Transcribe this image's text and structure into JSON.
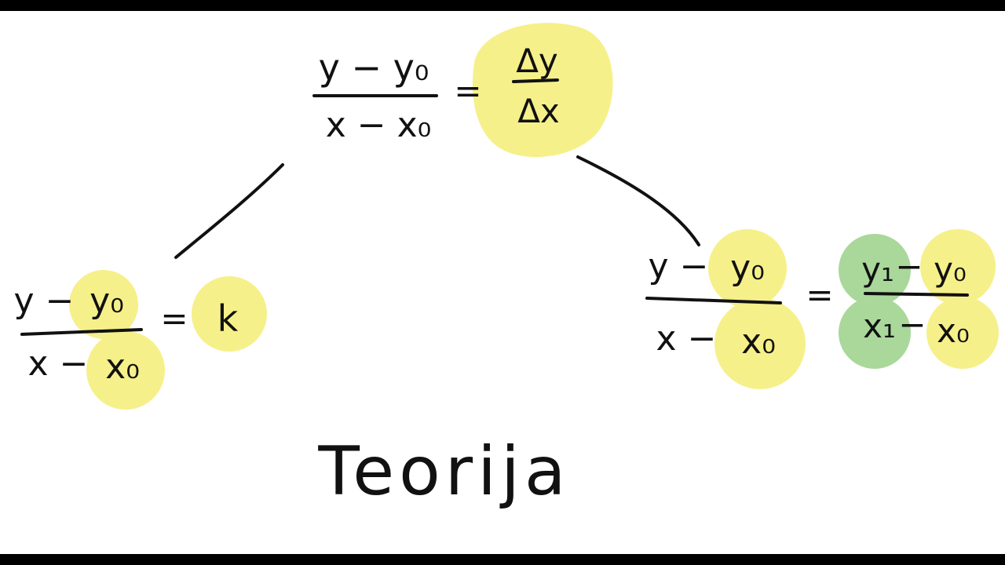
{
  "colors": {
    "highlight_yellow": "#f6f08a",
    "highlight_green": "#a9d89a",
    "ink": "#111111",
    "frame": "#000000",
    "board": "#ffffff"
  },
  "top_formula": {
    "numerator": "y − y₀",
    "denominator": "x − x₀",
    "equals": "=",
    "rhs_numerator": "Δy",
    "rhs_denominator": "Δx"
  },
  "left_formula": {
    "numerator_a": "y −",
    "numerator_b": "y₀",
    "denominator_a": "x −",
    "denominator_b": "x₀",
    "equals": "=",
    "rhs": "k"
  },
  "right_formula": {
    "numerator_a": "y −",
    "numerator_b": "y₀",
    "denominator_a": "x −",
    "denominator_b": "x₀",
    "equals": "=",
    "rhs_num_a": "y₁",
    "rhs_num_op": "−",
    "rhs_num_b": "y₀",
    "rhs_den_a": "x₁",
    "rhs_den_op": "−",
    "rhs_den_b": "x₀"
  },
  "caption": "Teorija"
}
